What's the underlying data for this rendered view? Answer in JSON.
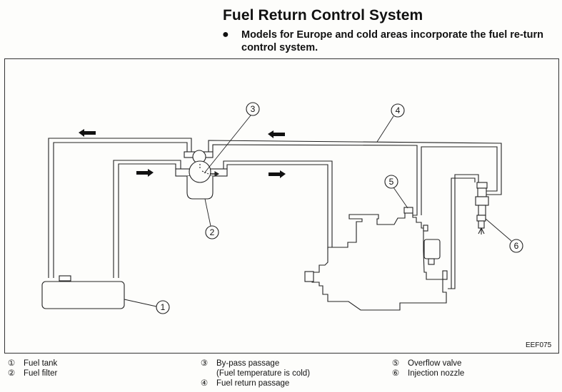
{
  "header": {
    "title": "Fuel Return Control System",
    "bullet_symbol": "●",
    "bullet_text": "Models for Europe and cold areas incorporate the fuel re-turn control system."
  },
  "diagram": {
    "figure_code": "EEF075",
    "callouts": [
      "1",
      "2",
      "3",
      "4",
      "5",
      "6"
    ],
    "flow_arrows": [
      {
        "name": "return-flow-arrow-left",
        "direction": "left"
      },
      {
        "name": "supply-flow-arrow-right",
        "direction": "right"
      },
      {
        "name": "return-line-arrow-left",
        "direction": "left"
      },
      {
        "name": "supply-line-arrow-right",
        "direction": "right"
      }
    ]
  },
  "legend": {
    "col1": [
      {
        "num": "①",
        "label": "Fuel tank"
      },
      {
        "num": "②",
        "label": "Fuel filter"
      }
    ],
    "col2": [
      {
        "num": "③",
        "label": "By-pass passage"
      },
      {
        "num": "",
        "label": "(Fuel temperature is cold)"
      },
      {
        "num": "④",
        "label": "Fuel return passage"
      }
    ],
    "col3": [
      {
        "num": "⑤",
        "label": "Overflow valve"
      },
      {
        "num": "⑥",
        "label": "Injection nozzle"
      }
    ]
  }
}
